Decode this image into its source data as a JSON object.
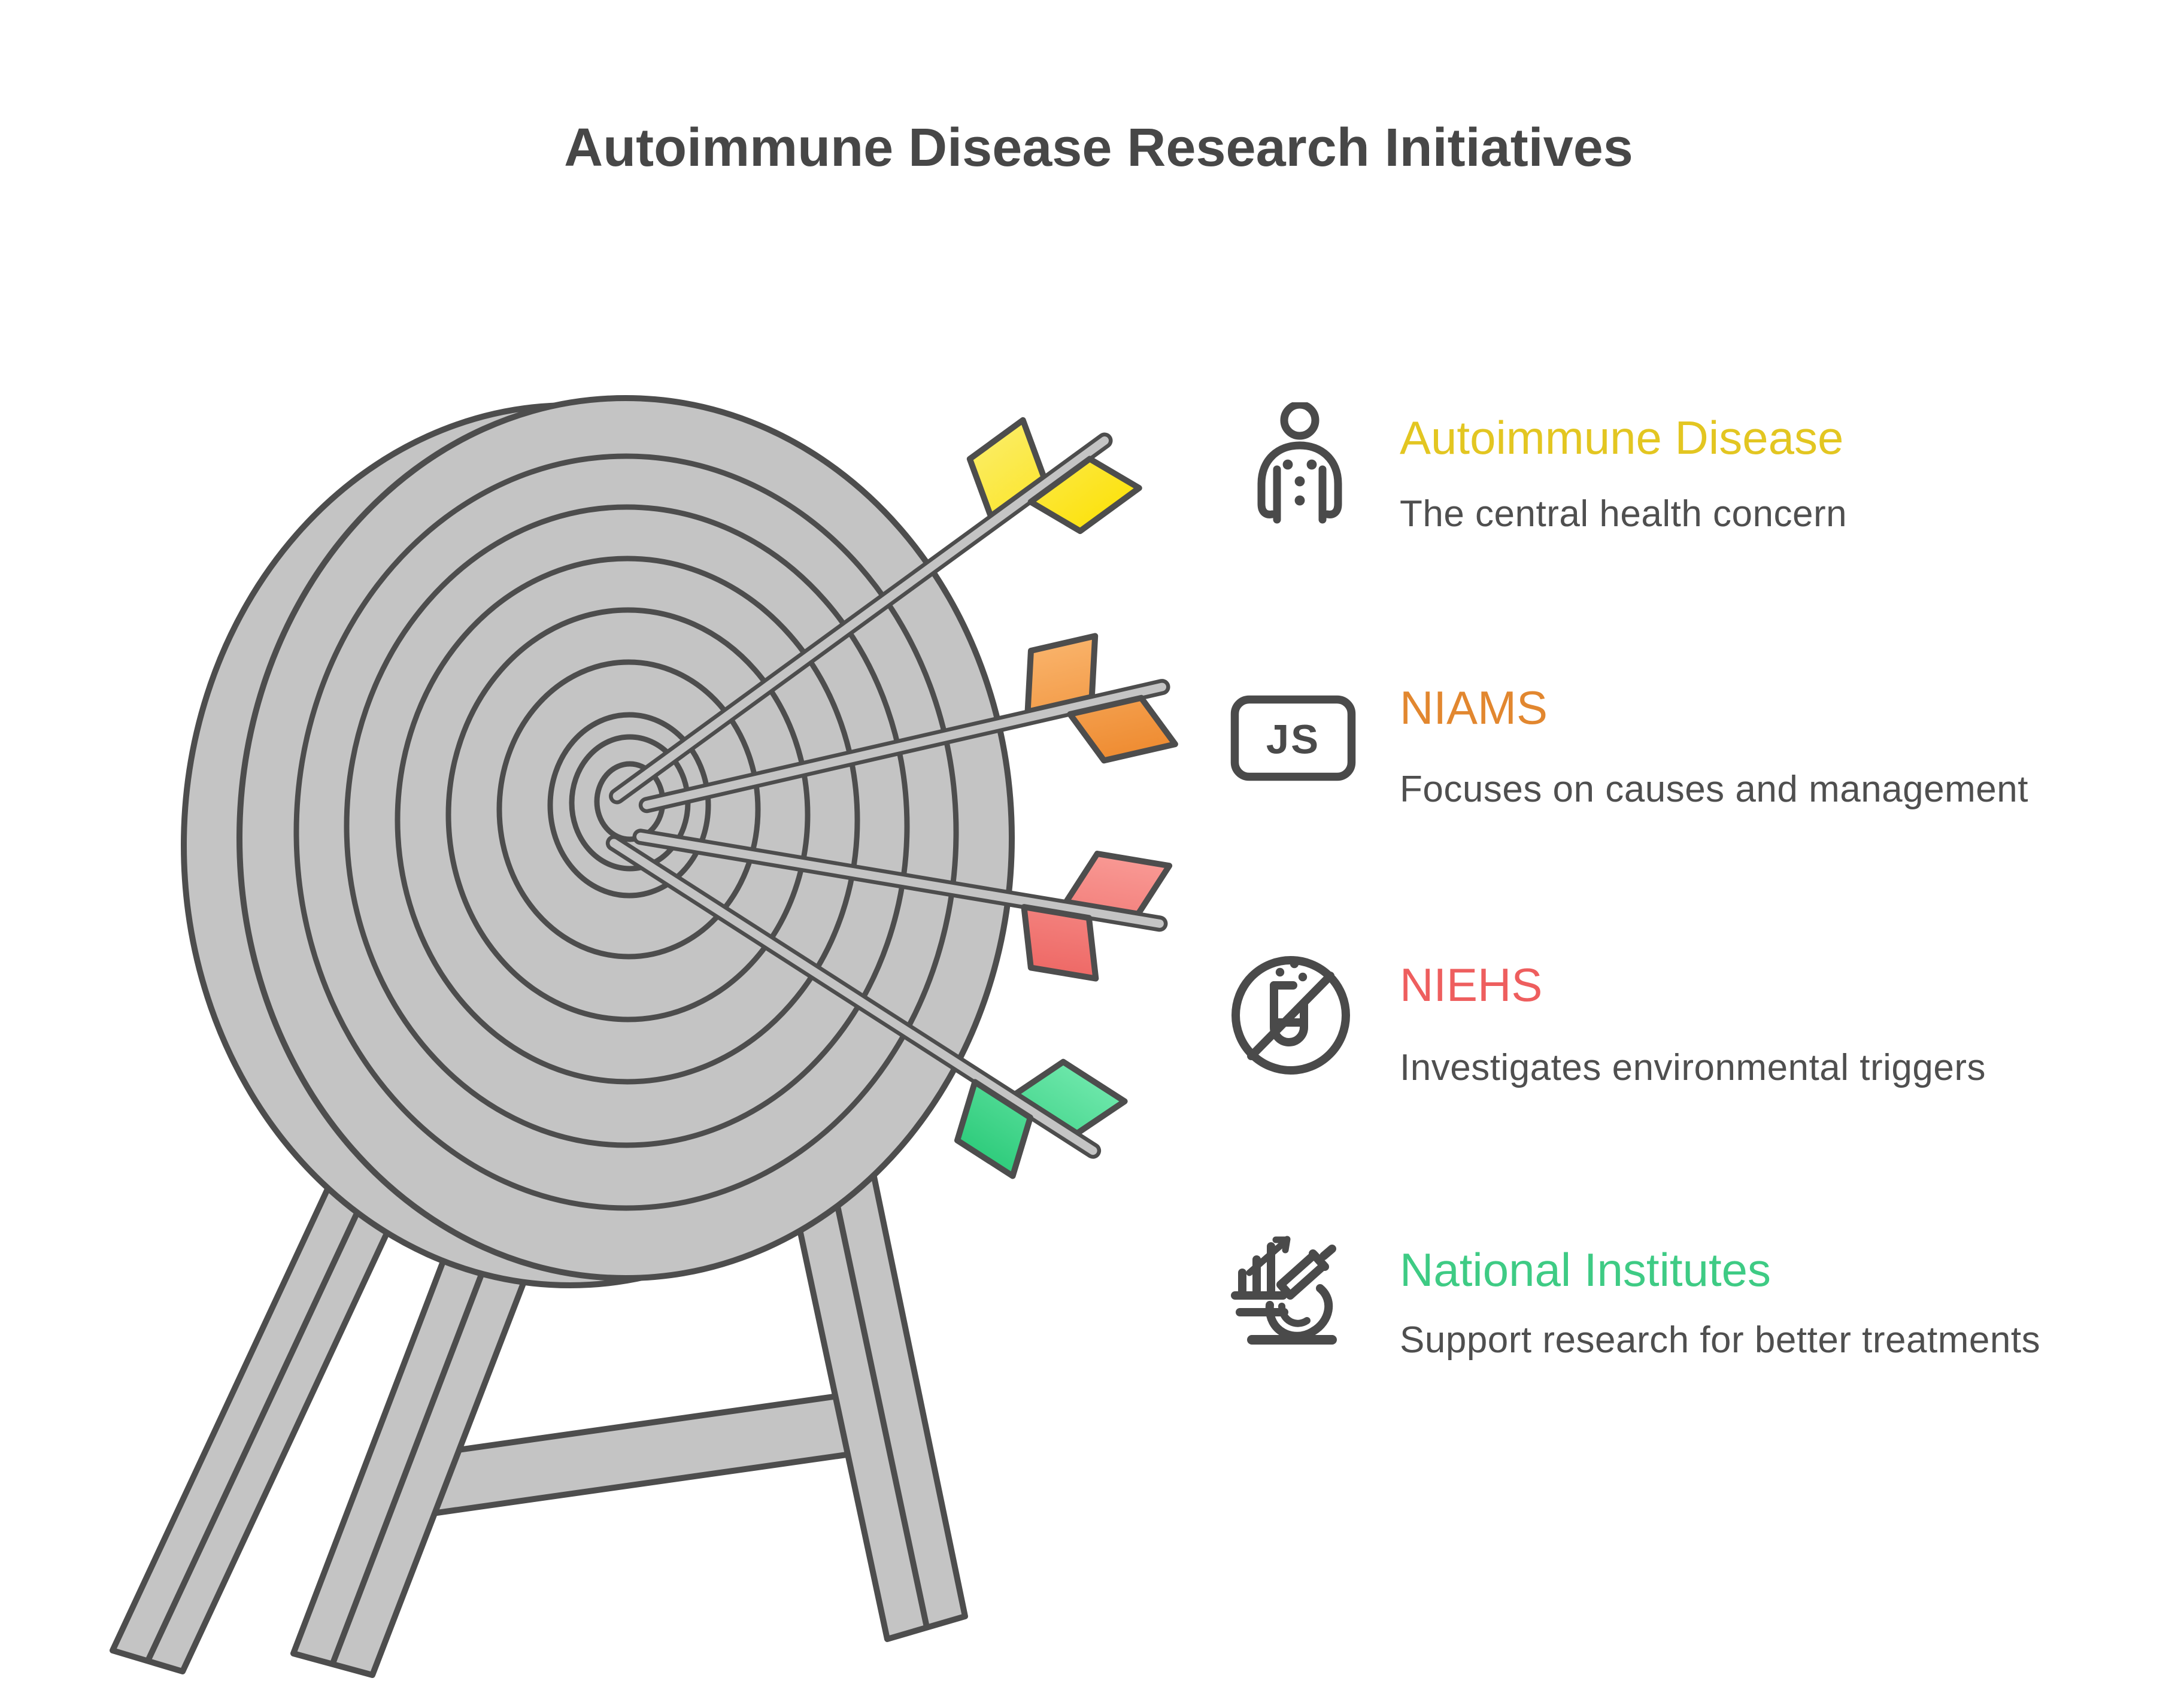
{
  "title": {
    "text": "Autoimmune Disease Research Initiatives",
    "color": "#474747"
  },
  "items": [
    {
      "heading": "Autoimmune Disease",
      "subtitle": "The central health concern",
      "color": "#E3C621",
      "icon": "person-icon"
    },
    {
      "heading": "NIAMS",
      "subtitle": "Focuses on causes and management",
      "color": "#E2872F",
      "icon": "js-badge-icon",
      "icon_label": "JS"
    },
    {
      "heading": "NIEHS",
      "subtitle": "Investigates environmental triggers",
      "color": "#EE5E5E",
      "icon": "no-chemicals-icon"
    },
    {
      "heading": "National Institutes",
      "subtitle": "Support research for better treatments",
      "color": "#3ECB84",
      "icon": "microscope-icon"
    }
  ],
  "illustration": {
    "description": "Archery target on a wooden stand with four arrows hitting the bullseye",
    "board_fill": "#C4C4C4",
    "outline_color": "#4D4D4D",
    "shaft_fill": "#C4C4C4",
    "arrow_colors": {
      "yellow": "#FCE20E",
      "orange": "#EE8A2F",
      "red": "#EE6966",
      "green": "#2FCC7C"
    }
  }
}
